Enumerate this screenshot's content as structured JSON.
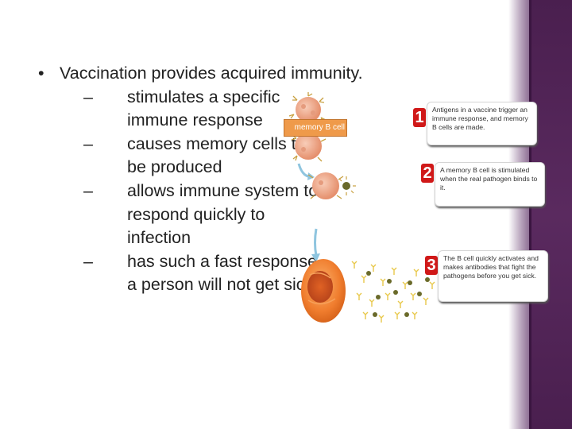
{
  "bullets": {
    "main": "Vaccination provides acquired immunity.",
    "subs": [
      "stimulates a specific immune response",
      "causes memory cells to be produced",
      "allows immune system to respond quickly to infection",
      "has such a fast response, a person will not get sick"
    ]
  },
  "diagram": {
    "cell_label": "memory B cell",
    "steps": [
      {
        "num": "1",
        "text": "Antigens in a vaccine trigger an immune response, and memory B cells are made."
      },
      {
        "num": "2",
        "text": "A memory B cell is stimulated when the real pathogen binds to it."
      },
      {
        "num": "3",
        "text": "The B cell quickly activates and makes antibodies that fight the pathogens before you get sick."
      }
    ]
  },
  "colors": {
    "band": "#4a1f4f",
    "cell": "#f0b193",
    "step_number": "#d01818",
    "arrow": "#8fc5df",
    "antibody": "#e8c84a"
  }
}
